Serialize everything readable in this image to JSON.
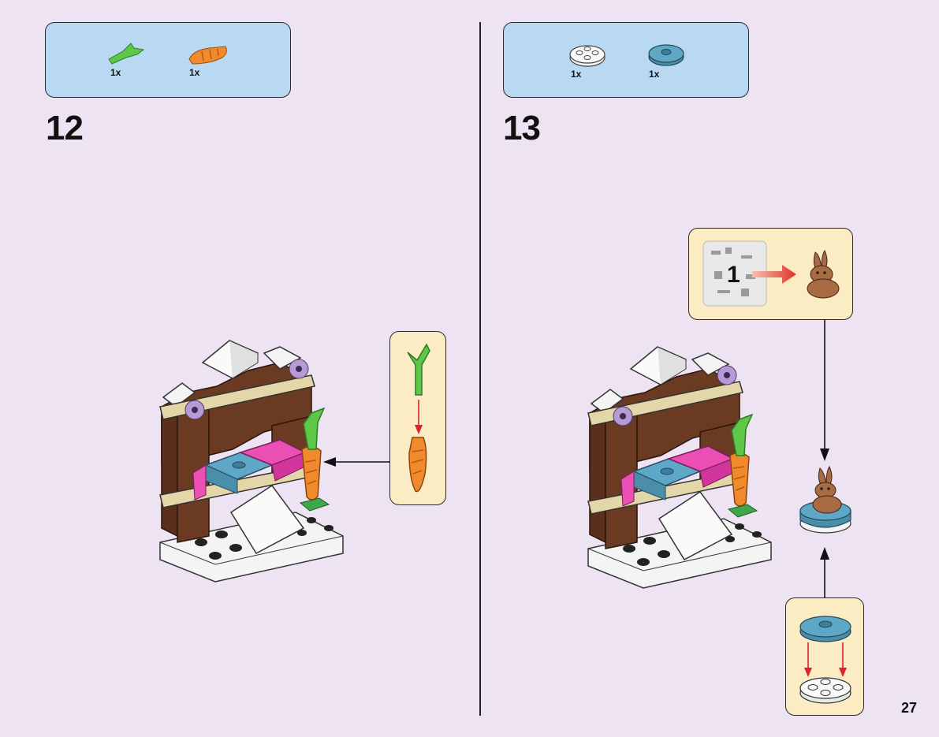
{
  "page": {
    "number": "27"
  },
  "steps": [
    {
      "number": "12",
      "parts": [
        {
          "icon": "green-stem-piece-icon",
          "qty": "1x",
          "color": "#5fc748"
        },
        {
          "icon": "orange-carrot-piece-icon",
          "qty": "1x",
          "color": "#f08a2c"
        }
      ]
    },
    {
      "number": "13",
      "parts": [
        {
          "icon": "white-round-plate-icon",
          "qty": "1x",
          "color": "#f2f2f2"
        },
        {
          "icon": "blue-round-tile-icon",
          "qty": "1x",
          "color": "#5fa7c6"
        }
      ],
      "callout": {
        "bag_number": "1"
      }
    }
  ],
  "colors": {
    "background": "#ede3f3",
    "parts_box": "#b9d8f1",
    "callout": "#fbecc3",
    "brown": "#6b3a22",
    "tan": "#e3d6a8",
    "pink": "#ec4fb4",
    "blue": "#5fa7c6",
    "orange": "#f08a2c",
    "green": "#5fc748",
    "red_arrow": "#d9232d"
  }
}
